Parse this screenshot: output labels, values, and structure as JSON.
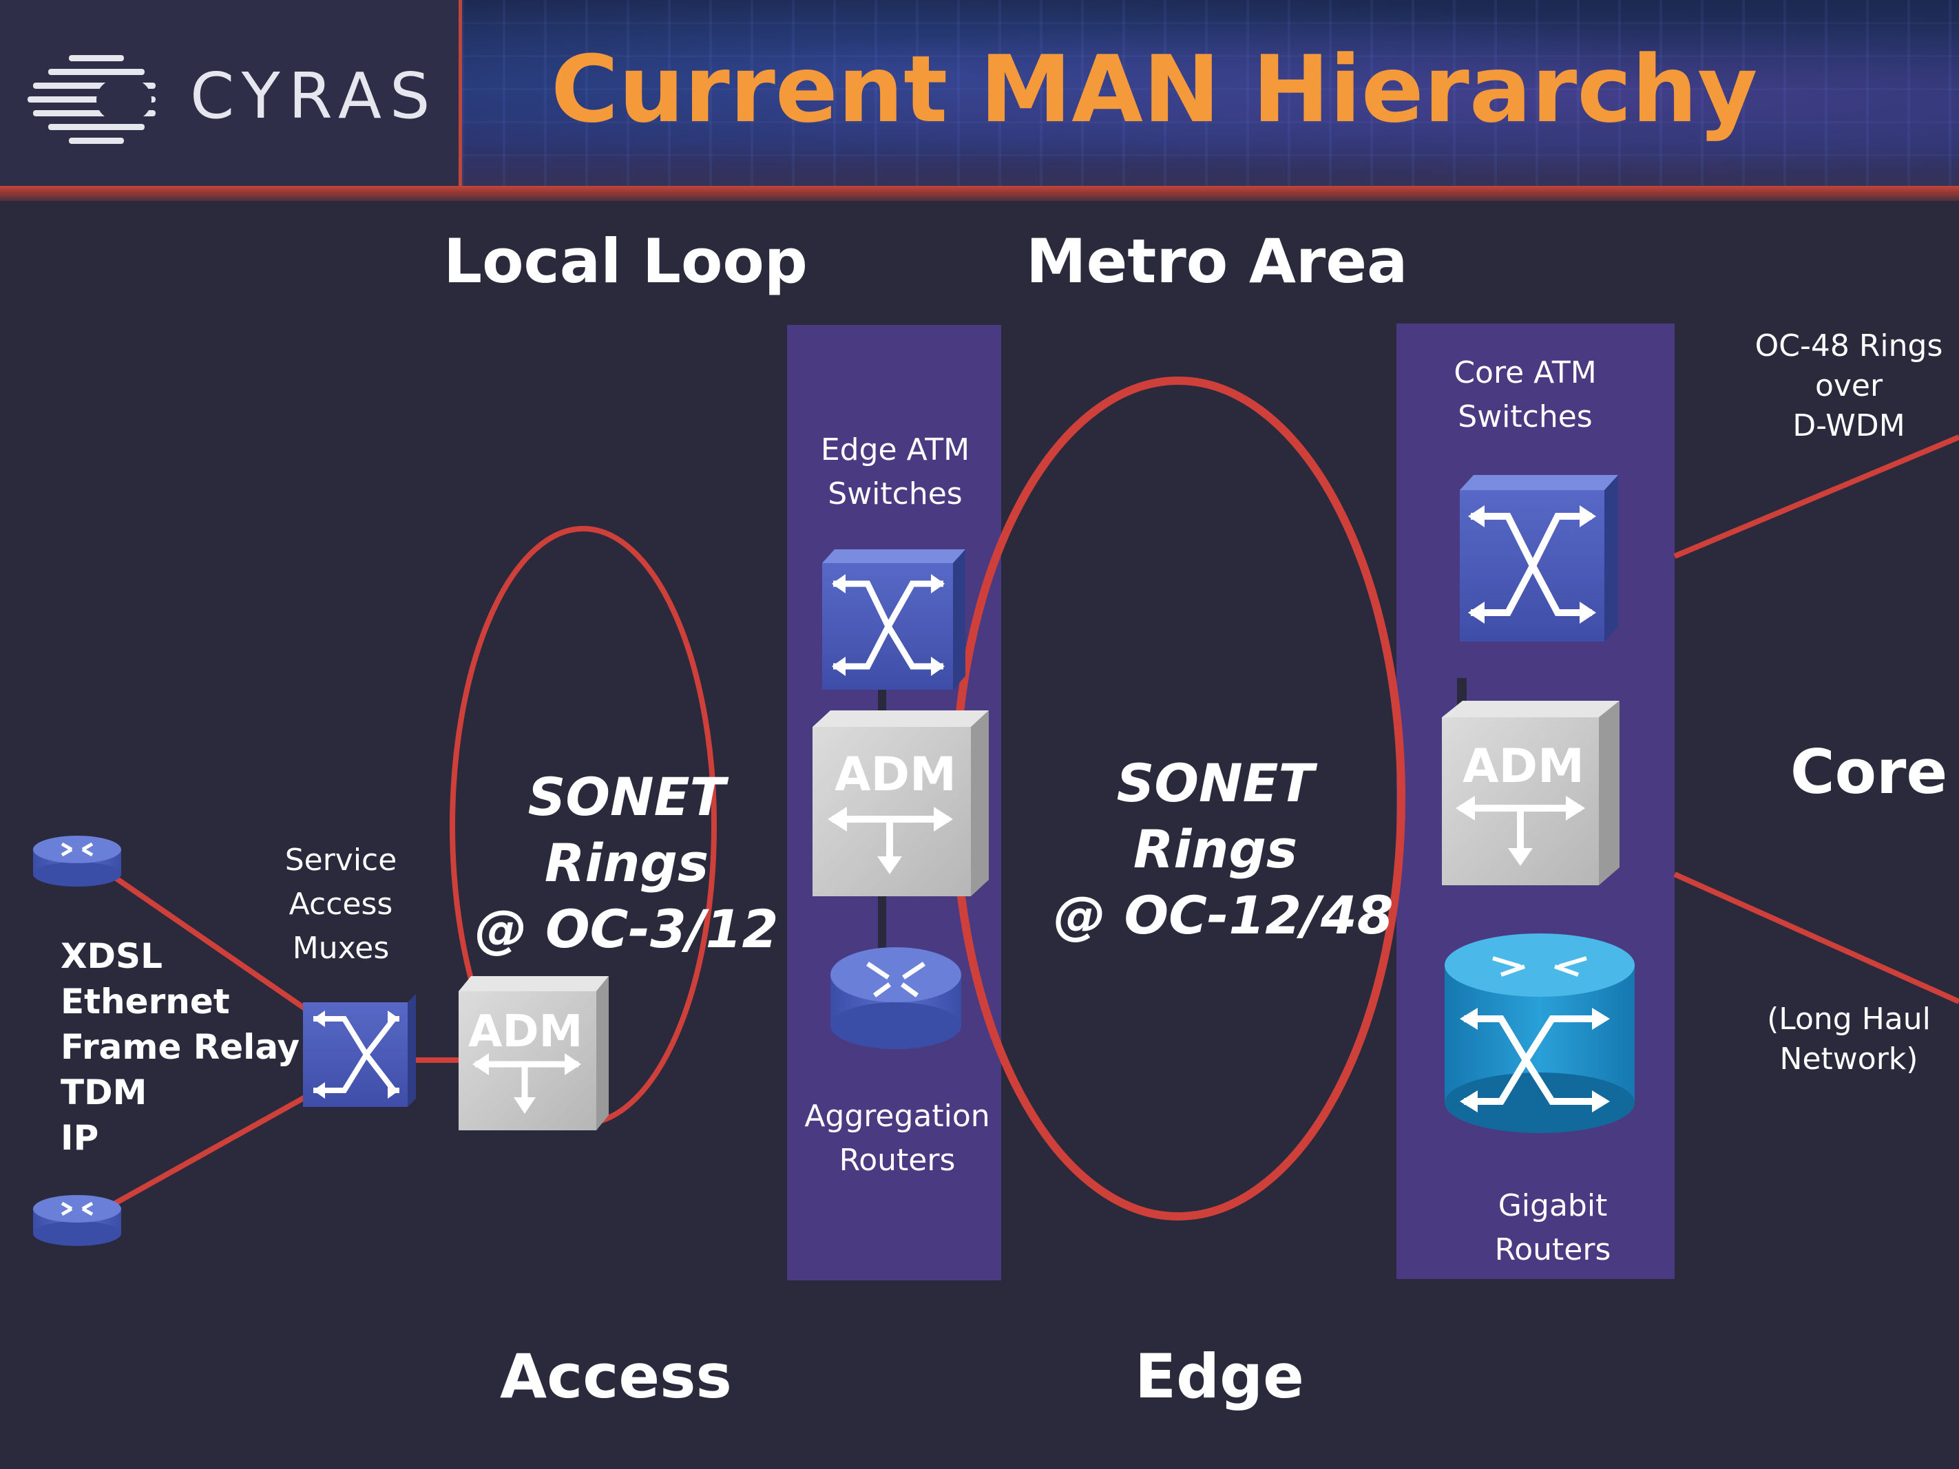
{
  "header": {
    "logo_text": "CYRAS",
    "title": "Current MAN Hierarchy"
  },
  "sections": {
    "local_loop": "Local Loop",
    "metro_area": "Metro Area",
    "core": "Core",
    "access": "Access",
    "edge": "Edge"
  },
  "labels": {
    "service_access_muxes": [
      "Service",
      "Access",
      "Muxes"
    ],
    "edge_atm_switches": [
      "Edge ATM",
      "Switches"
    ],
    "aggregation_routers": [
      "Aggregation",
      "Routers"
    ],
    "core_atm_switches": [
      "Core ATM",
      "Switches"
    ],
    "gigabit_routers": [
      "Gigabit",
      "Routers"
    ],
    "oc48_rings": [
      "OC-48 Rings",
      "over",
      "D-WDM"
    ],
    "long_haul": [
      "(Long Haul",
      "Network)"
    ]
  },
  "rings": {
    "access_ring": [
      "SONET",
      "Rings",
      "@ OC-3/12"
    ],
    "metro_ring": [
      "SONET",
      "Rings",
      "@ OC-12/48"
    ]
  },
  "adm_label": "ADM",
  "tech_list": [
    "XDSL",
    "Ethernet",
    "Frame Relay",
    "TDM",
    "IP"
  ],
  "colors": {
    "background": "#2a2a3c",
    "title": "#f59a3a",
    "ring": "#d0403a",
    "column": "#4a3a82",
    "switch_blue": "#4a5cb8",
    "adm_gray": "#c8c8c8",
    "gigabit_cyan": "#1a8ac0"
  }
}
